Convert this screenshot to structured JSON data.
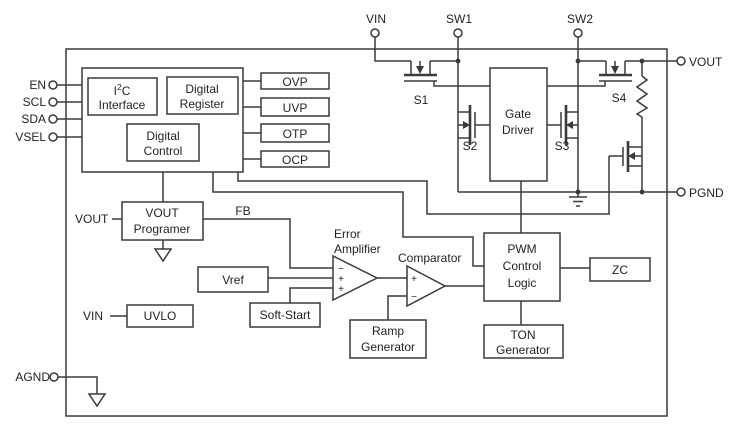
{
  "diagram": {
    "title_hint": "DC-DC converter functional block diagram",
    "colors": {
      "line": "#3a3a3a",
      "background": "#ffffff",
      "text": "#231f20"
    },
    "terminals": {
      "vin": "VIN",
      "sw1": "SW1",
      "sw2": "SW2",
      "vout": "VOUT",
      "pgnd": "PGND",
      "en": "EN",
      "scl": "SCL",
      "sda": "SDA",
      "vsel": "VSEL",
      "agnd": "AGND"
    },
    "refs": {
      "vout": "VOUT",
      "vin": "VIN",
      "fb": "FB"
    },
    "blocks": {
      "i2c": {
        "pre": "I",
        "sup": "2",
        "post": "C",
        "line2": "Interface"
      },
      "digital_register": {
        "line1": "Digital",
        "line2": "Register"
      },
      "digital_control": {
        "line1": "Digital",
        "line2": "Control"
      },
      "ovp": "OVP",
      "uvp": "UVP",
      "otp": "OTP",
      "ocp": "OCP",
      "vout_programer": {
        "line1": "VOUT",
        "line2": "Programer"
      },
      "vref": "Vref",
      "uvlo": "UVLO",
      "soft_start": "Soft-Start",
      "ramp_generator": {
        "line1": "Ramp",
        "line2": "Generator"
      },
      "gate_driver": {
        "line1": "Gate",
        "line2": "Driver"
      },
      "pwm_control_logic": {
        "line1": "PWM",
        "line2": "Control",
        "line3": "Logic"
      },
      "zc": "ZC",
      "ton_generator": {
        "line1": "TON",
        "line2": "Generator"
      }
    },
    "amplifiers": {
      "error": {
        "label1": "Error",
        "label2": "Amplifier",
        "inputs": [
          "−",
          "+",
          "+"
        ]
      },
      "comparator": {
        "label": "Comparator",
        "inputs": [
          "+",
          "−"
        ]
      }
    },
    "transistors": {
      "s1": "S1",
      "s2": "S2",
      "s3": "S3",
      "s4": "S4"
    }
  }
}
